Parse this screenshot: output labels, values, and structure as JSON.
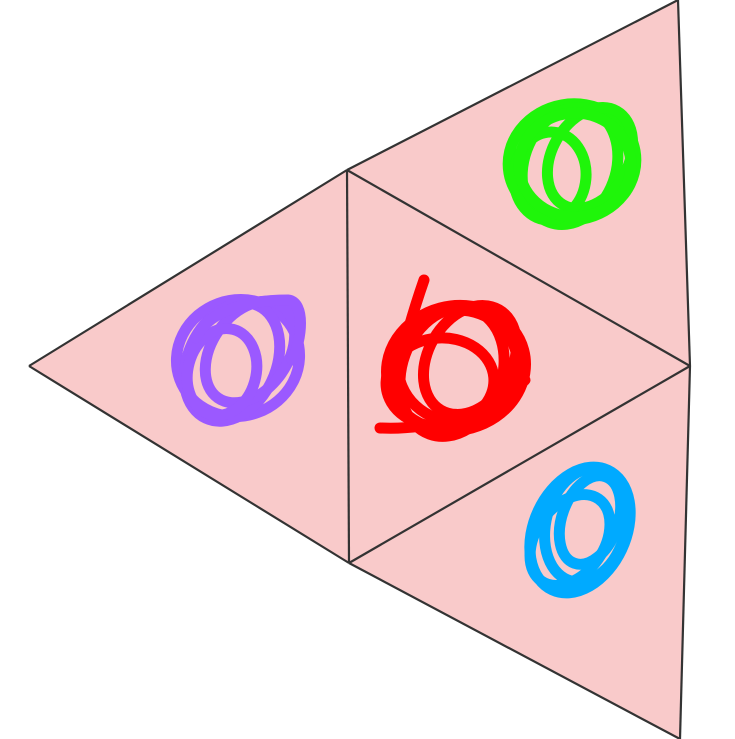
{
  "colors": {
    "background": "#ffffff",
    "face_fill": "#f9caca",
    "edge": "#333333",
    "scribble_left": "#9b59ff",
    "scribble_top_right": "#1ff50a",
    "scribble_center": "#ff0000",
    "scribble_bottom_right": "#00aaff"
  },
  "faces": [
    {
      "id": "left",
      "scribble_color": "scribble_left"
    },
    {
      "id": "top-right",
      "scribble_color": "scribble_top_right"
    },
    {
      "id": "center",
      "scribble_color": "scribble_center"
    },
    {
      "id": "bottom-right",
      "scribble_color": "scribble_bottom_right"
    }
  ]
}
